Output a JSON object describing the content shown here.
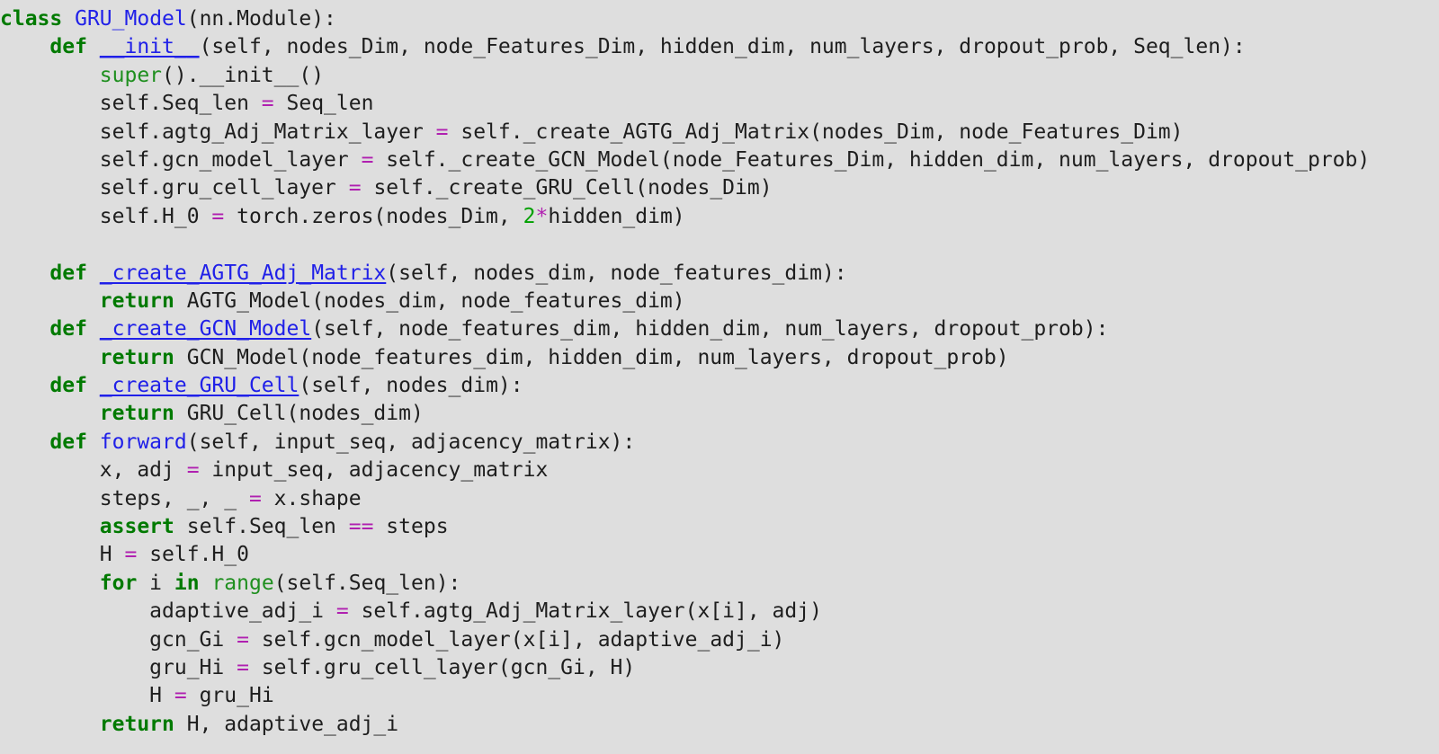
{
  "colors": {
    "background": "#dedede",
    "keyword": "#007a00",
    "definition": "#2020e8",
    "builtin": "#1f8f1f",
    "operator": "#b020b0",
    "number": "#00a000",
    "text": "#1e1e1e"
  },
  "code": {
    "lines": [
      [
        [
          "kw",
          "class"
        ],
        [
          "p",
          " "
        ],
        [
          "nm",
          "GRU_Model"
        ],
        [
          "p",
          "(nn.Module):"
        ]
      ],
      [
        [
          "p",
          "    "
        ],
        [
          "kw",
          "def"
        ],
        [
          "p",
          " "
        ],
        [
          "df",
          "__init__"
        ],
        [
          "p",
          "(self, nodes_Dim, node_Features_Dim, hidden_dim, num_layers, dropout_prob, Seq_len):"
        ]
      ],
      [
        [
          "p",
          "        "
        ],
        [
          "bi",
          "super"
        ],
        [
          "p",
          "().__init__()"
        ]
      ],
      [
        [
          "p",
          "        self.Seq_len "
        ],
        [
          "op",
          "="
        ],
        [
          "p",
          " Seq_len"
        ]
      ],
      [
        [
          "p",
          "        self.agtg_Adj_Matrix_layer "
        ],
        [
          "op",
          "="
        ],
        [
          "p",
          " self._create_AGTG_Adj_Matrix(nodes_Dim, node_Features_Dim)"
        ]
      ],
      [
        [
          "p",
          "        self.gcn_model_layer "
        ],
        [
          "op",
          "="
        ],
        [
          "p",
          " self._create_GCN_Model(node_Features_Dim, hidden_dim, num_layers, dropout_prob)"
        ]
      ],
      [
        [
          "p",
          "        self.gru_cell_layer "
        ],
        [
          "op",
          "="
        ],
        [
          "p",
          " self._create_GRU_Cell(nodes_Dim)"
        ]
      ],
      [
        [
          "p",
          "        self.H_0 "
        ],
        [
          "op",
          "="
        ],
        [
          "p",
          " torch.zeros(nodes_Dim, "
        ],
        [
          "num",
          "2"
        ],
        [
          "op",
          "*"
        ],
        [
          "p",
          "hidden_dim)"
        ]
      ],
      [
        [
          "p",
          ""
        ]
      ],
      [
        [
          "p",
          "    "
        ],
        [
          "kw",
          "def"
        ],
        [
          "p",
          " "
        ],
        [
          "df",
          "_create_AGTG_Adj_Matrix"
        ],
        [
          "p",
          "(self, nodes_dim, node_features_dim):"
        ]
      ],
      [
        [
          "p",
          "        "
        ],
        [
          "kw",
          "return"
        ],
        [
          "p",
          " AGTG_Model(nodes_dim, node_features_dim)"
        ]
      ],
      [
        [
          "p",
          "    "
        ],
        [
          "kw",
          "def"
        ],
        [
          "p",
          " "
        ],
        [
          "df",
          "_create_GCN_Model"
        ],
        [
          "p",
          "(self, node_features_dim, hidden_dim, num_layers, dropout_prob):"
        ]
      ],
      [
        [
          "p",
          "        "
        ],
        [
          "kw",
          "return"
        ],
        [
          "p",
          " GCN_Model(node_features_dim, hidden_dim, num_layers, dropout_prob)"
        ]
      ],
      [
        [
          "p",
          "    "
        ],
        [
          "kw",
          "def"
        ],
        [
          "p",
          " "
        ],
        [
          "df",
          "_create_GRU_Cell"
        ],
        [
          "p",
          "(self, nodes_dim):"
        ]
      ],
      [
        [
          "p",
          "        "
        ],
        [
          "kw",
          "return"
        ],
        [
          "p",
          " GRU_Cell(nodes_dim)"
        ]
      ],
      [
        [
          "p",
          "    "
        ],
        [
          "kw",
          "def"
        ],
        [
          "p",
          " "
        ],
        [
          "nm",
          "forward"
        ],
        [
          "p",
          "(self, input_seq, adjacency_matrix):"
        ]
      ],
      [
        [
          "p",
          "        x, adj "
        ],
        [
          "op",
          "="
        ],
        [
          "p",
          " input_seq, adjacency_matrix"
        ]
      ],
      [
        [
          "p",
          "        steps, _, _ "
        ],
        [
          "op",
          "="
        ],
        [
          "p",
          " x.shape"
        ]
      ],
      [
        [
          "p",
          "        "
        ],
        [
          "kw",
          "assert"
        ],
        [
          "p",
          " self.Seq_len "
        ],
        [
          "op",
          "=="
        ],
        [
          "p",
          " steps"
        ]
      ],
      [
        [
          "p",
          "        H "
        ],
        [
          "op",
          "="
        ],
        [
          "p",
          " self.H_0"
        ]
      ],
      [
        [
          "p",
          "        "
        ],
        [
          "kw",
          "for"
        ],
        [
          "p",
          " i "
        ],
        [
          "kw",
          "in"
        ],
        [
          "p",
          " "
        ],
        [
          "bi",
          "range"
        ],
        [
          "p",
          "(self.Seq_len):"
        ]
      ],
      [
        [
          "p",
          "            adaptive_adj_i "
        ],
        [
          "op",
          "="
        ],
        [
          "p",
          " self.agtg_Adj_Matrix_layer(x[i], adj)"
        ]
      ],
      [
        [
          "p",
          "            gcn_Gi "
        ],
        [
          "op",
          "="
        ],
        [
          "p",
          " self.gcn_model_layer(x[i], adaptive_adj_i)"
        ]
      ],
      [
        [
          "p",
          "            gru_Hi "
        ],
        [
          "op",
          "="
        ],
        [
          "p",
          " self.gru_cell_layer(gcn_Gi, H)"
        ]
      ],
      [
        [
          "p",
          "            H "
        ],
        [
          "op",
          "="
        ],
        [
          "p",
          " gru_Hi"
        ]
      ],
      [
        [
          "p",
          "        "
        ],
        [
          "kw",
          "return"
        ],
        [
          "p",
          " H, adaptive_adj_i"
        ]
      ]
    ]
  }
}
